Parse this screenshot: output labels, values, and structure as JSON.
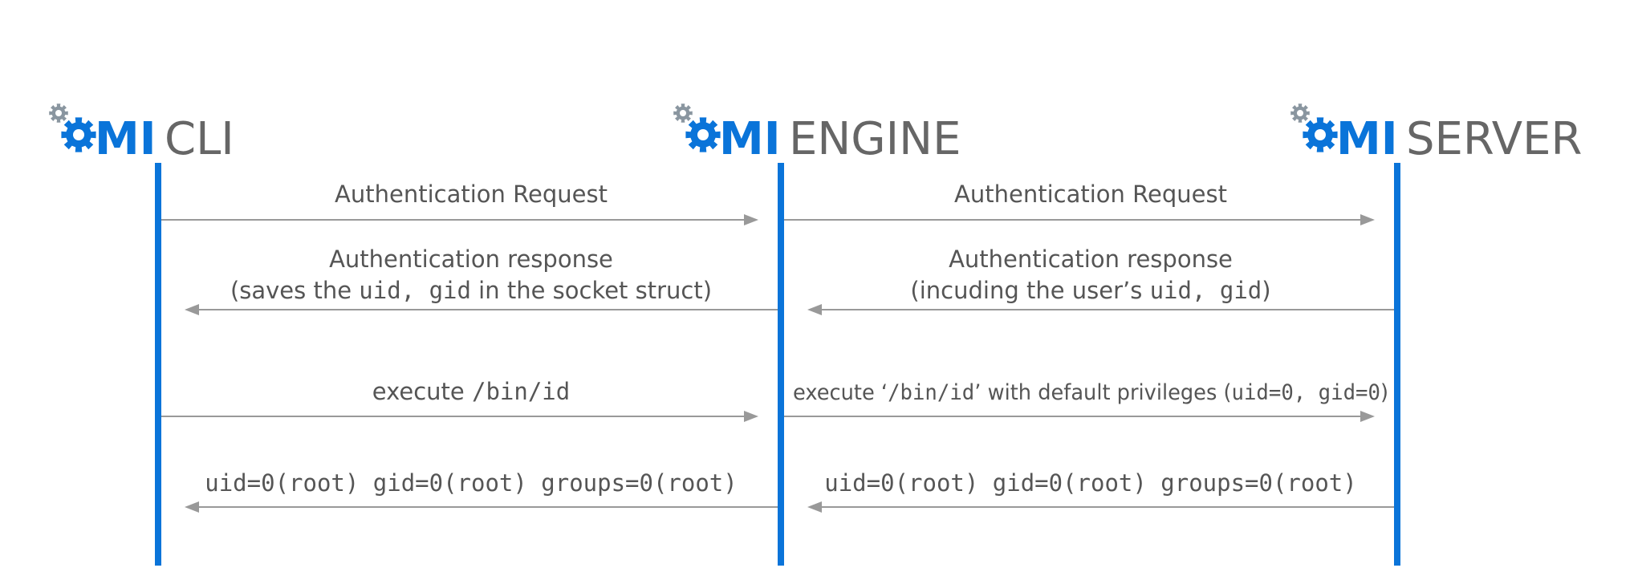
{
  "colors": {
    "accent": "#0a74d9",
    "gear_small": "#8a96a0",
    "name_text": "#666666",
    "message_text": "#555555",
    "arrow": "#999999"
  },
  "participants": [
    {
      "logo_prefix": "MI",
      "name": "CLI"
    },
    {
      "logo_prefix": "MI",
      "name": "ENGINE"
    },
    {
      "logo_prefix": "MI",
      "name": "SERVER"
    }
  ],
  "messages": [
    {
      "direction": "right",
      "from": 0,
      "to": 1,
      "lines": [
        [
          {
            "t": "Authentication Request"
          }
        ]
      ]
    },
    {
      "direction": "right",
      "from": 1,
      "to": 2,
      "lines": [
        [
          {
            "t": "Authentication Request"
          }
        ]
      ]
    },
    {
      "direction": "left",
      "from": 1,
      "to": 0,
      "lines": [
        [
          {
            "t": "Authentication response"
          }
        ],
        [
          {
            "t": "(saves the "
          },
          {
            "t": "uid, gid",
            "mono": true
          },
          {
            "t": " in the socket struct)"
          }
        ]
      ]
    },
    {
      "direction": "left",
      "from": 2,
      "to": 1,
      "lines": [
        [
          {
            "t": "Authentication response"
          }
        ],
        [
          {
            "t": "(incuding the user’s "
          },
          {
            "t": "uid, gid",
            "mono": true
          },
          {
            "t": ")"
          }
        ]
      ]
    },
    {
      "direction": "right",
      "from": 0,
      "to": 1,
      "lines": [
        [
          {
            "t": "execute "
          },
          {
            "t": "/bin/id",
            "mono": true
          }
        ]
      ]
    },
    {
      "direction": "right",
      "from": 1,
      "to": 2,
      "lines": [
        [
          {
            "t": "execute ‘"
          },
          {
            "t": "/bin/id",
            "mono": true
          },
          {
            "t": "’ with default privileges ("
          },
          {
            "t": "uid=0, gid=0",
            "mono": true
          },
          {
            "t": ")"
          }
        ]
      ]
    },
    {
      "direction": "left",
      "from": 1,
      "to": 0,
      "lines": [
        [
          {
            "t": "uid=0(root) gid=0(root) groups=0(root)",
            "mono": true
          }
        ]
      ]
    },
    {
      "direction": "left",
      "from": 2,
      "to": 1,
      "lines": [
        [
          {
            "t": "uid=0(root) gid=0(root) groups=0(root)",
            "mono": true
          }
        ]
      ]
    }
  ]
}
